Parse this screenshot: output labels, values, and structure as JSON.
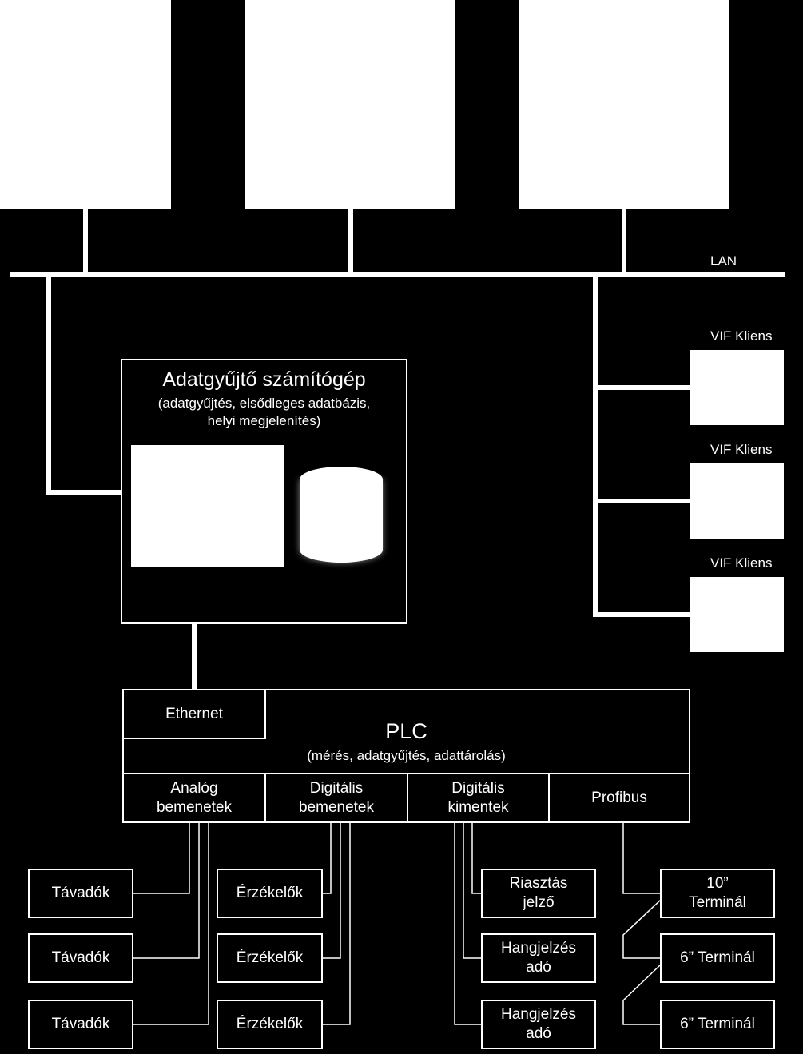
{
  "lan": {
    "label": "LAN"
  },
  "vif_clients": [
    {
      "label": "VIF Kliens"
    },
    {
      "label": "VIF Kliens"
    },
    {
      "label": "VIF Kliens"
    }
  ],
  "collector": {
    "title": "Adatgyűjtő számítógép",
    "subtitle_line1": "(adatgyűjtés, elsődleges adatbázis,",
    "subtitle_line2": "helyi megjelenítés)"
  },
  "plc": {
    "title": "PLC",
    "subtitle": "(mérés, adatgyűjtés, adattárolás)",
    "ethernet": "Ethernet",
    "modules": [
      {
        "label": "Analóg\nbemenetek"
      },
      {
        "label": "Digitális\nbemenetek"
      },
      {
        "label": "Digitális\nkimentek"
      },
      {
        "label": "Profibus"
      }
    ]
  },
  "devices": {
    "transmitters": [
      "Távadók",
      "Távadók",
      "Távadók"
    ],
    "sensors": [
      "Érzékelők",
      "Érzékelők",
      "Érzékelők"
    ],
    "outputs": [
      "Riasztás\njelző",
      "Hangjelzés\nadó",
      "Hangjelzés\nadó"
    ],
    "terminals": [
      "10”\nTerminál",
      "6” Terminál",
      "6” Terminál"
    ]
  }
}
